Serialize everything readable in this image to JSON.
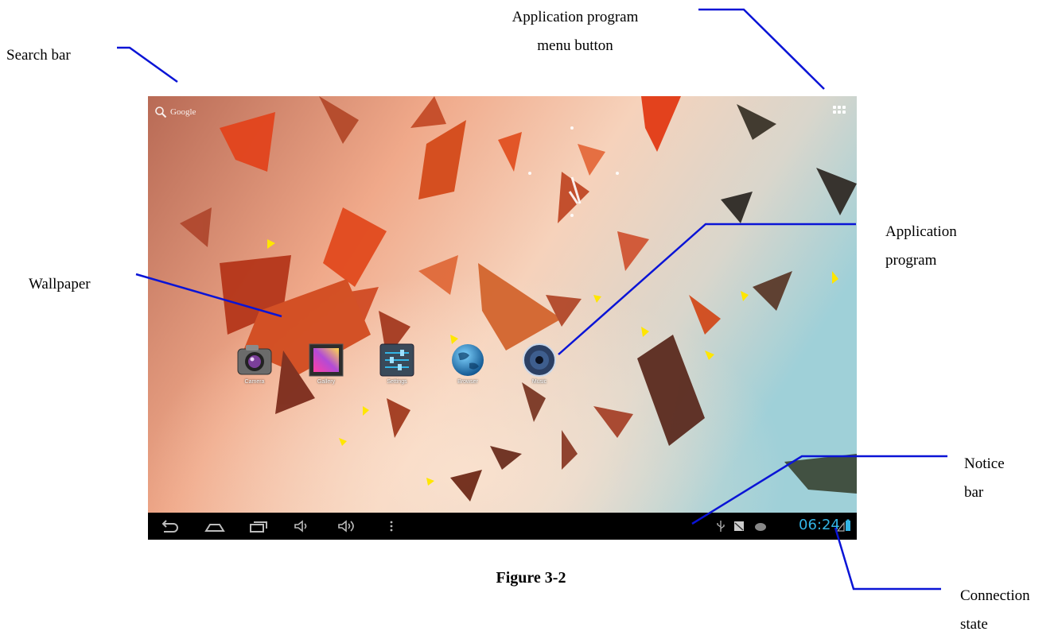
{
  "callouts": {
    "search_bar": "Search bar",
    "menu_button_line1": "Application program",
    "menu_button_line2": "menu button",
    "application_line1": "Application",
    "application_line2": "program",
    "wallpaper": "Wallpaper",
    "notice_line1": "Notice",
    "notice_line2": "bar",
    "connection_line1": "Connection",
    "connection_line2": "state"
  },
  "screen": {
    "search_label": "Google",
    "apps": [
      {
        "label": "Camera",
        "icon": "camera-icon"
      },
      {
        "label": "Gallery",
        "icon": "gallery-icon"
      },
      {
        "label": "Settings",
        "icon": "settings-icon"
      },
      {
        "label": "Browser",
        "icon": "browser-icon"
      },
      {
        "label": "Music",
        "icon": "music-icon"
      }
    ],
    "status": {
      "time": "06:24"
    }
  },
  "colors": {
    "leader_line": "#0a14d6",
    "clock": "#33b5e5",
    "navbar": "#000000"
  },
  "caption": "Figure 3-2"
}
